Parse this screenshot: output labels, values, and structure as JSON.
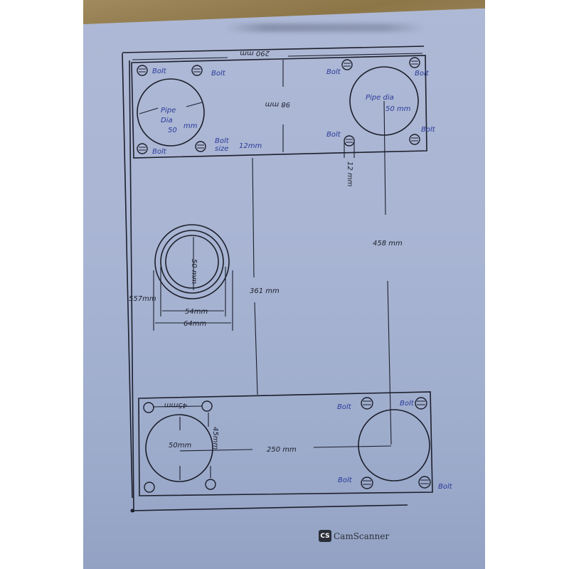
{
  "document": {
    "type": "hand-drawn technical drawing (scanned)",
    "colors": {
      "paper": "#aab6d4",
      "ink": "#1c1f2b",
      "blue_ink": "#2a3a9a",
      "table": "#8c7648"
    }
  },
  "top_plate": {
    "width_label": "290 mm",
    "height_label": "98 mm",
    "left_pipe_label": [
      "Pipe",
      "Dia",
      "50",
      "mm"
    ],
    "right_pipe_label": [
      "Pipe dia",
      "50 mm"
    ],
    "bolt_labels": [
      "Bolt",
      "Bolt",
      "Bolt",
      "Bolt",
      "Bolt",
      "Bolt",
      "Bolt"
    ],
    "bolt_size_label": [
      "Bolt",
      "size",
      "12mm"
    ],
    "bolt_dim_label": "12 mm"
  },
  "middle": {
    "ring_inner_label": "50 mm",
    "ring_mid_label": "54mm",
    "ring_outer_label": "64mm",
    "vertical_gap_label": "361 mm",
    "total_height_label": "557mm",
    "centre_distance_label": "458 mm"
  },
  "bottom_plate": {
    "bolt_spacing_h_label": "45mm",
    "bolt_spacing_v_label": "45mm",
    "pipe_label": "50mm",
    "centre_distance_label": "250 mm",
    "bolt_labels": [
      "Bolt",
      "Bolt",
      "Bolt",
      "Bolt"
    ]
  },
  "watermark": {
    "logo_text": "CS",
    "app_name": "CamScanner"
  }
}
